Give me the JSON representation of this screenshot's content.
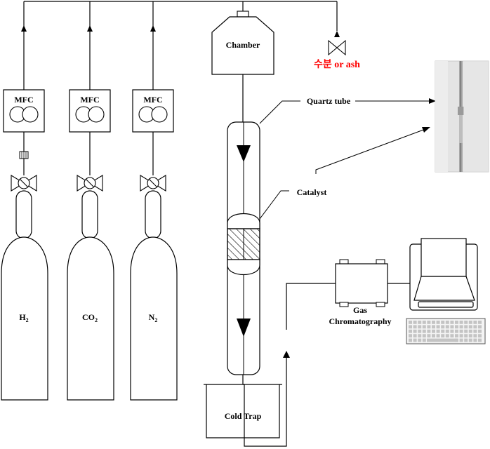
{
  "diagram": {
    "gas_cylinders": [
      {
        "name": "hydrogen",
        "label_main": "H",
        "label_sub": "2",
        "controller": "MFC"
      },
      {
        "name": "carbon-dioxide",
        "label_main": "CO",
        "label_sub": "2",
        "controller": "MFC"
      },
      {
        "name": "nitrogen",
        "label_main": "N",
        "label_sub": "2",
        "controller": "MFC"
      }
    ],
    "chamber_label": "Chamber",
    "moisture_label": "수분 or ash",
    "quartz_tube_label": "Quartz tube",
    "catalyst_label": "Catalyst",
    "cold_trap_label": "Cold Trap",
    "gc_label_line1": "Gas",
    "gc_label_line2": "Chromatography"
  },
  "colors": {
    "line": "#000000",
    "moisture_label": "#ff0000",
    "photo_background": "#e4e4e4"
  }
}
